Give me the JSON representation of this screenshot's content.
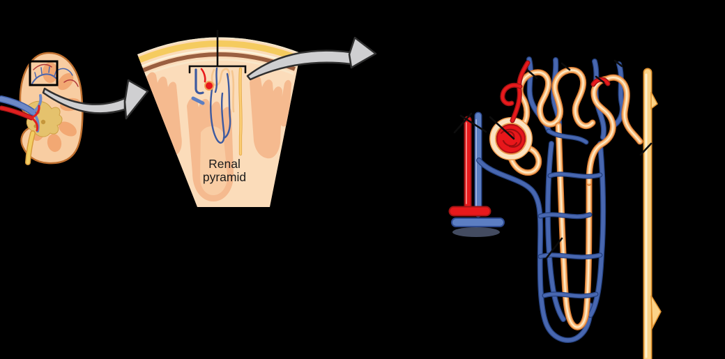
{
  "figure": {
    "description": "Kidney nephron zoom diagram: kidney inset with focus box, magnifier arrow to renal pyramid wedge section, second magnifier arrow to enlarged nephron illustration",
    "labels": {
      "renal_pyramid_line1": "Renal",
      "renal_pyramid_line2": "pyramid"
    },
    "colors": {
      "background": "#000000",
      "label_text": "#1a1a1a",
      "arrow_fill": "#cfcfd1",
      "arrow_outline": "#2f2f2f",
      "artery_red": "#e8191c",
      "artery_dark": "#a31414",
      "vein_blue": "#5c7ec2",
      "vein_dark": "#2e4a8f",
      "capillary_blue": "#4867b0",
      "capillary_dark": "#24407e",
      "tubule_cream": "#f9be7f",
      "tubule_edge": "#dd7a2f",
      "duct_yellow": "#fbd388",
      "duct_edge": "#e1922f",
      "glomerulus_red": "#e8171b",
      "capsule_cream": "#fbe3c0",
      "capsule_edge": "#ee9a4d",
      "wedge_cortex": "#fbdcba",
      "wedge_pyramid": "#f5ba8f",
      "capsule_band_yellow": "#f5cb5f",
      "capsule_band_brown": "#9a5f40",
      "kidney_cortex": "#f8cda2",
      "kidney_outline": "#c07030",
      "kidney_pyramid": "#f2a873",
      "kidney_pelvis": "#e5c26d",
      "ureter_yellow": "#f2ce63",
      "leader_line": "#0d0d0d"
    }
  }
}
